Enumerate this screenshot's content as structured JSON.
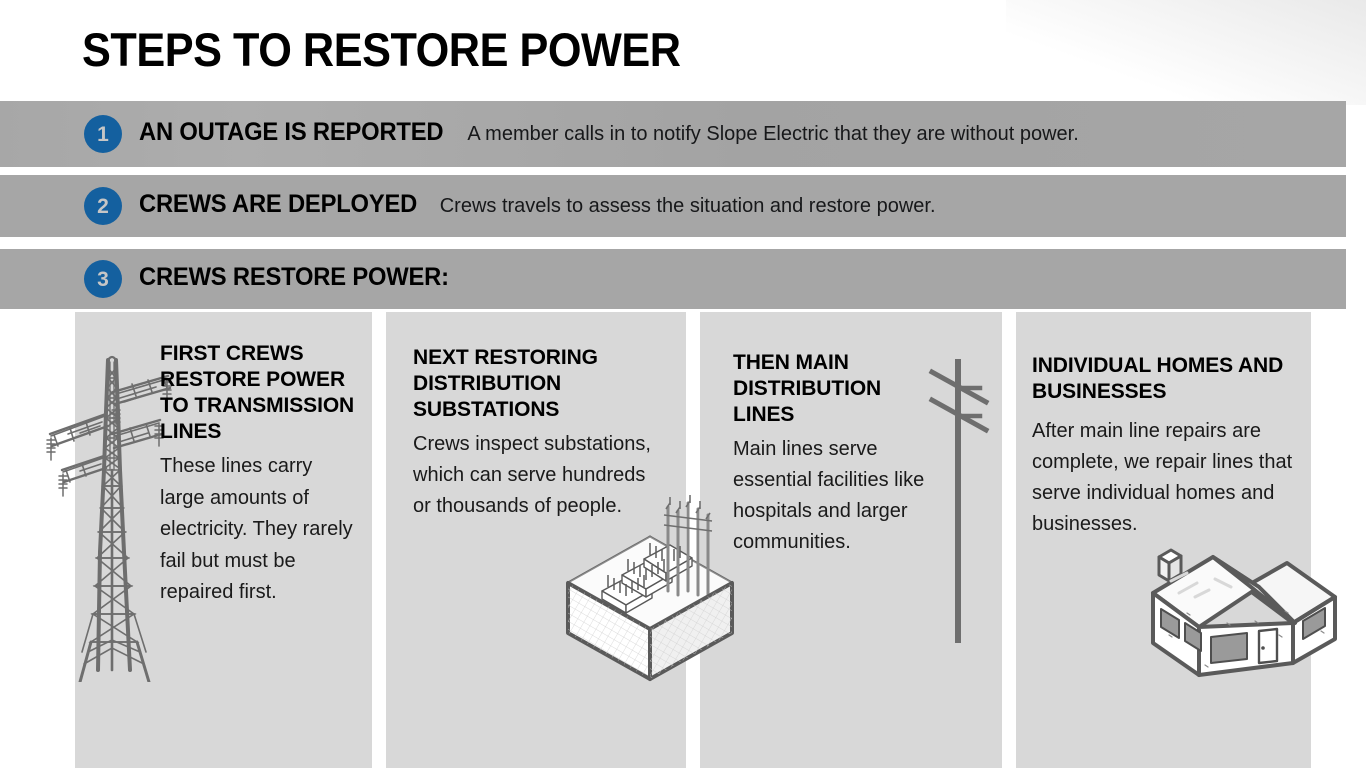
{
  "slide": {
    "title": "STEPS TO RESTORE POWER",
    "background_color": "#ffffff",
    "bar_color": "#a6a6a6",
    "card_color": "#d8d8d8",
    "accent_color": "#14609f"
  },
  "steps": [
    {
      "number": "1",
      "heading": "AN OUTAGE IS REPORTED",
      "description": "A member calls in to notify Slope Electric that they are without power."
    },
    {
      "number": "2",
      "heading": "CREWS ARE DEPLOYED",
      "description": "Crews travels to assess the situation and restore power."
    },
    {
      "number": "3",
      "heading": "CREWS RESTORE POWER:",
      "description": ""
    }
  ],
  "cards": [
    {
      "heading": "FIRST CREWS RESTORE POWER TO TRANSMISSION LINES",
      "text": "These lines carry large amounts of electricity. They rarely fail but must be repaired first.",
      "icon": "transmission-tower-illustration"
    },
    {
      "heading": "NEXT RESTORING DISTRIBUTION SUBSTATIONS",
      "text": "Crews inspect substations, which can serve hundreds or thousands of people.",
      "icon": "substation-illustration"
    },
    {
      "heading": "THEN MAIN DISTRIBUTION LINES",
      "text": "Main lines serve essential facilities like hospitals and larger communities.",
      "icon": "utility-pole-illustration"
    },
    {
      "heading": "INDIVIDUAL HOMES AND BUSINESSES",
      "text": "After main line repairs are complete, we repair lines that serve individual homes and businesses.",
      "icon": "house-illustration"
    }
  ]
}
